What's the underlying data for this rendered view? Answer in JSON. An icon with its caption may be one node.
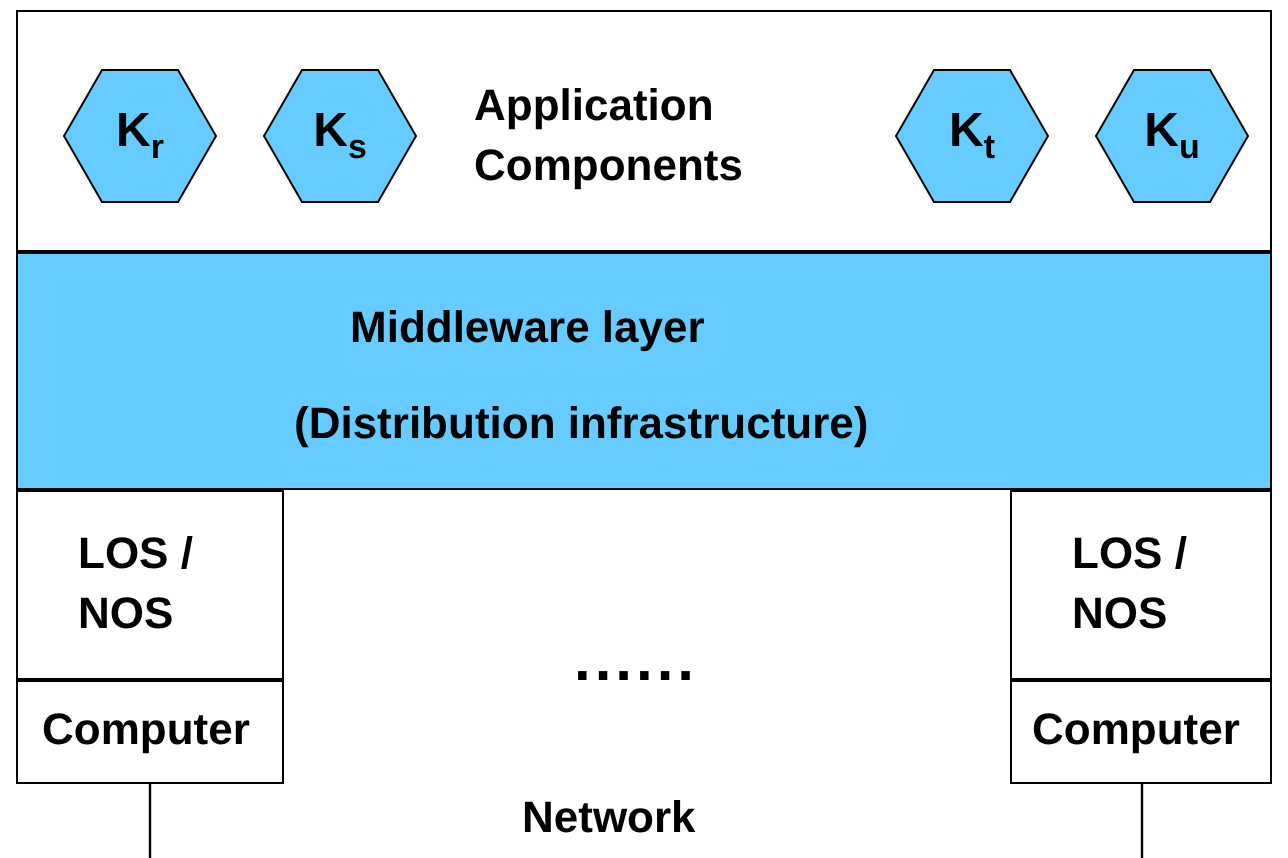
{
  "diagram": {
    "nodes": [
      {
        "text": [
          "Application Components"
        ]
      },
      {
        "text": [
          "K$_{r}$"
        ],
        "in": 0
      },
      {
        "text": [
          "K$_{s}$"
        ],
        "in": 0
      },
      {
        "text": [
          "K$_{t}$"
        ],
        "in": 0
      },
      {
        "text": [
          "K$_{u}$"
        ],
        "in": 0
      },
      {
        "text": [
          "Middleware layer",
          "(Distribution infrastructure)"
        ]
      },
      {
        "text": [
          "LOS / NOS"
        ]
      },
      {
        "text": [
          "Computer"
        ]
      },
      {
        "text": [
          "LOS / NOS"
        ]
      },
      {
        "text": [
          "Computer"
        ]
      }
    ],
    "edges": [
      {
        "from": 7,
        "to": null,
        "arrow": "none"
      },
      {
        "from": 9,
        "to": null,
        "arrow": "none"
      }
    ],
    "labels": [
      "......",
      "Network"
    ]
  }
}
